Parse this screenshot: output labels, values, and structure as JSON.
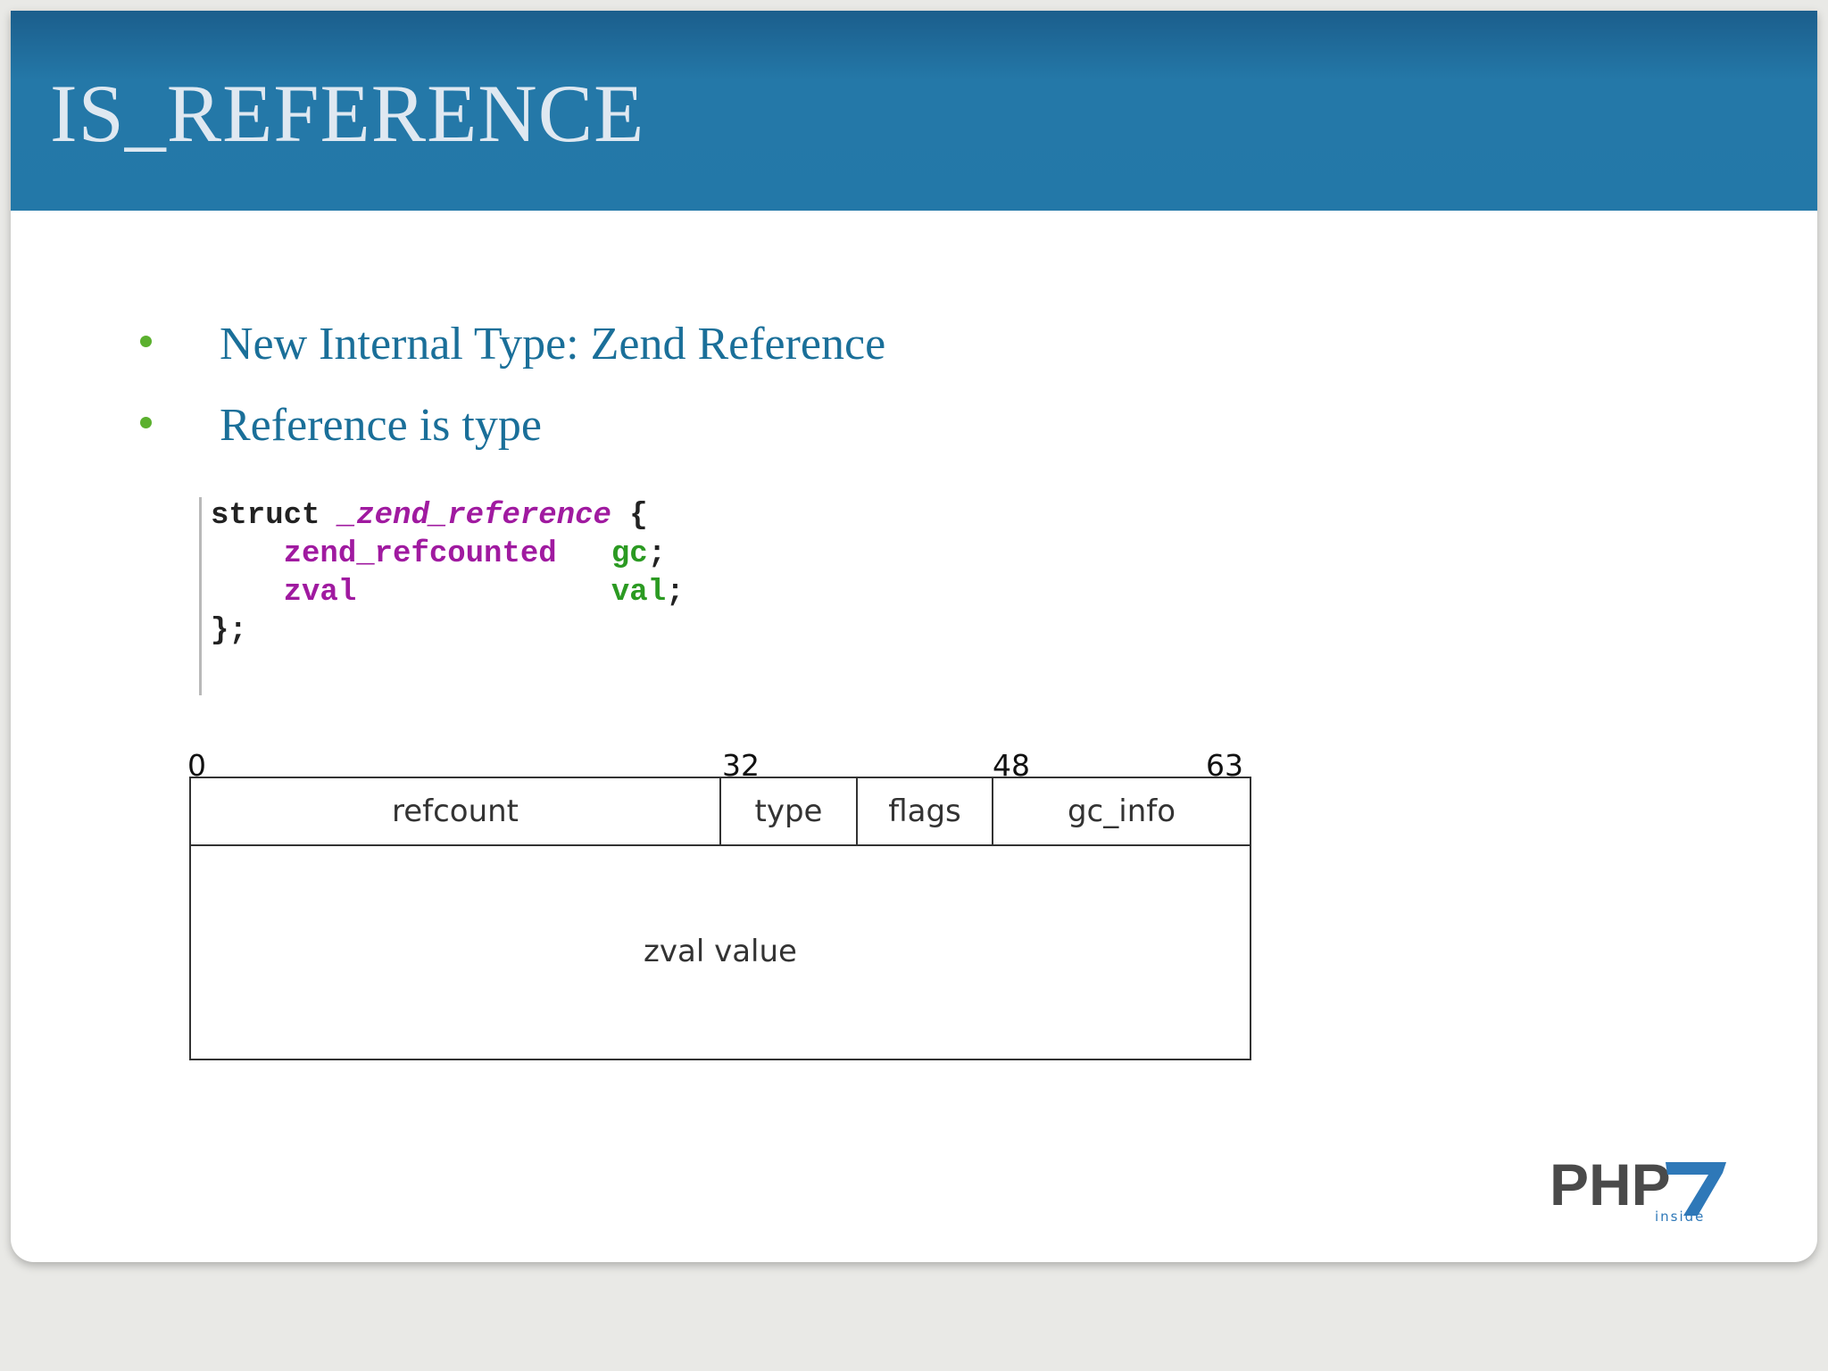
{
  "slide": {
    "title": "IS_REFERENCE",
    "bullets": [
      "New Internal Type: Zend Reference",
      "Reference is type"
    ],
    "code": {
      "struct_kw": "struct",
      "struct_name": "_zend_reference",
      "open_brace": " {",
      "fields": [
        {
          "type": "zend_refcounted",
          "name": "gc",
          "end": ";"
        },
        {
          "type": "zval",
          "name": "val",
          "end": ";"
        }
      ],
      "close": "};"
    },
    "diagram": {
      "bit_labels": [
        "0",
        "32",
        "48",
        "63"
      ],
      "cells": [
        "refcount",
        "type",
        "flags",
        "gc_info"
      ],
      "value_label": "zval value"
    },
    "logo": {
      "text": "PHP7",
      "sub": "inside"
    }
  },
  "colors": {
    "header": "#2378a8",
    "title": "#dfe8f1",
    "bullet_text": "#1a6f99",
    "bullet_dot": "#5bb02e",
    "code_type": "#a01aa0",
    "code_ident": "#2b9a22"
  }
}
